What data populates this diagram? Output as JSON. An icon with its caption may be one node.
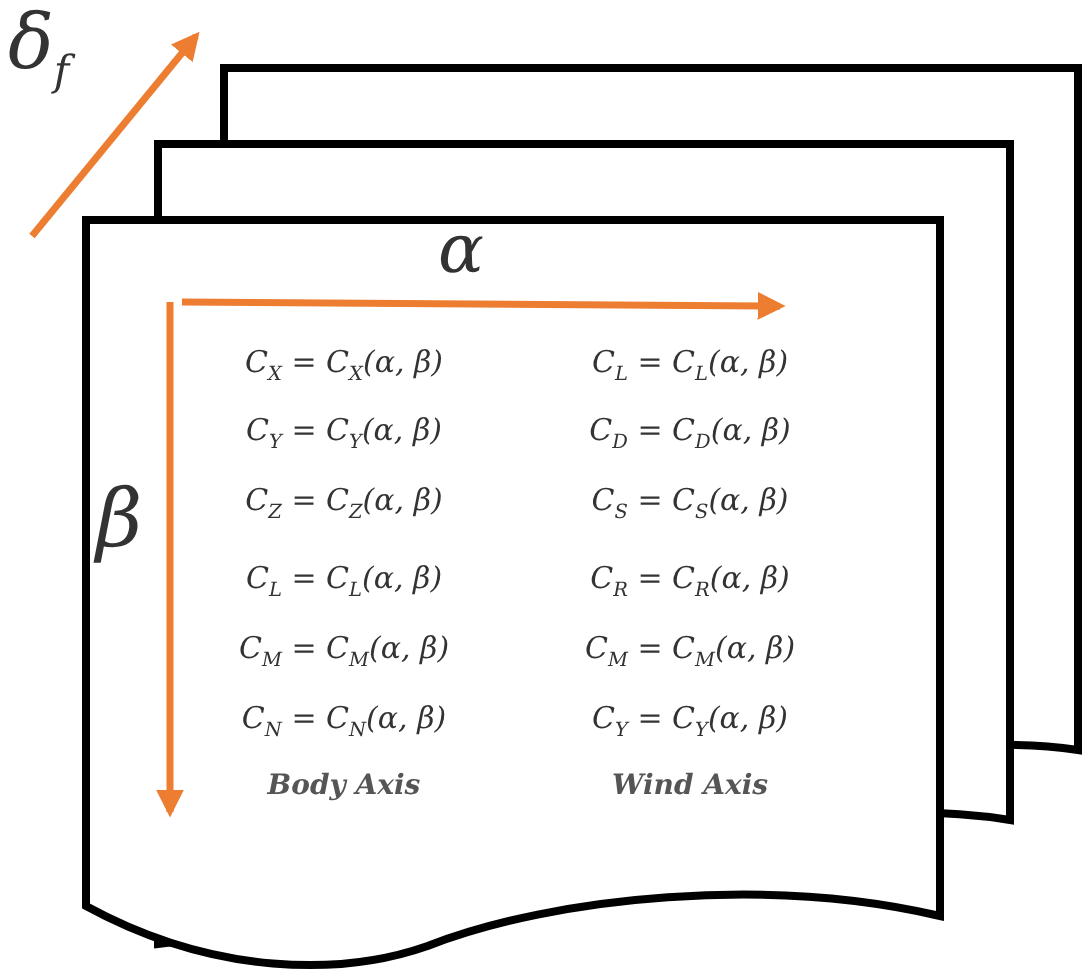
{
  "diagram": {
    "nodes": [
      {
        "text": [],
        "shape": "document"
      },
      {
        "text": [],
        "shape": "document"
      },
      {
        "text": [
          "C$_{X}$ = C$_{X}$(α, β)",
          "C$_{L}$ = C$_{L}$(α, β)",
          "C$_{Y}$ = C$_{Y}$(α, β)",
          "C$_{D}$ = C$_{D}$(α, β)",
          "C$_{Z}$ = C$_{Z}$(α, β)",
          "C$_{S}$ = C$_{S}$(α, β)",
          "C$_{L}$ = C$_{L}$(α, β)",
          "C$_{R}$ = C$_{R}$(α, β)",
          "C$_{M}$ = C$_{M}$(α, β)",
          "C$_{M}$ = C$_{M}$(α, β)",
          "C$_{N}$ = C$_{N}$(α, β)",
          "C$_{Y}$ = C$_{Y}$(α, β)",
          "Body Axis",
          "Wind Axis"
        ]
      }
    ],
    "labels": [
      "δ$_{f}$",
      "α",
      "β"
    ]
  }
}
